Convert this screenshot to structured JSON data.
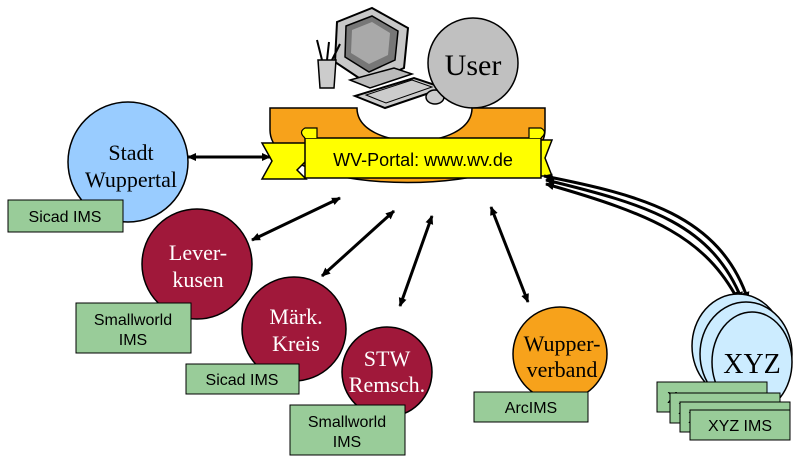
{
  "user": {
    "label": "User"
  },
  "portal": {
    "label": "WV-Portal: www.wv.de",
    "arc_color": "#f7a21b",
    "banner_color": "#ffff00"
  },
  "nodes": [
    {
      "id": "wuppertal",
      "lines": [
        "Stadt",
        "Wuppertal"
      ],
      "fill": "#99ccff",
      "server": [
        "Sicad IMS"
      ]
    },
    {
      "id": "leverkusen",
      "lines": [
        "Lever-",
        "kusen"
      ],
      "fill": "#a0183a",
      "server": [
        "Smallworld",
        "IMS"
      ]
    },
    {
      "id": "maerk",
      "lines": [
        "Märk.",
        "Kreis"
      ],
      "fill": "#a0183a",
      "server": [
        "Sicad IMS"
      ]
    },
    {
      "id": "remscheid",
      "lines": [
        "STW",
        "Remsch."
      ],
      "fill": "#a0183a",
      "server": [
        "Smallworld",
        "IMS"
      ]
    },
    {
      "id": "wupperverband",
      "lines": [
        "Wupper-",
        "verband"
      ],
      "fill": "#f7a21b",
      "server": [
        "ArcIMS"
      ]
    },
    {
      "id": "xyz",
      "lines": [
        "XYZ"
      ],
      "fill": "#ccecff",
      "server": [
        "XYZ IMS"
      ],
      "back_server_fragments": [
        "X",
        "X",
        "X"
      ]
    }
  ],
  "colors": {
    "server_box": "#99cc99",
    "arrow": "#000000"
  }
}
